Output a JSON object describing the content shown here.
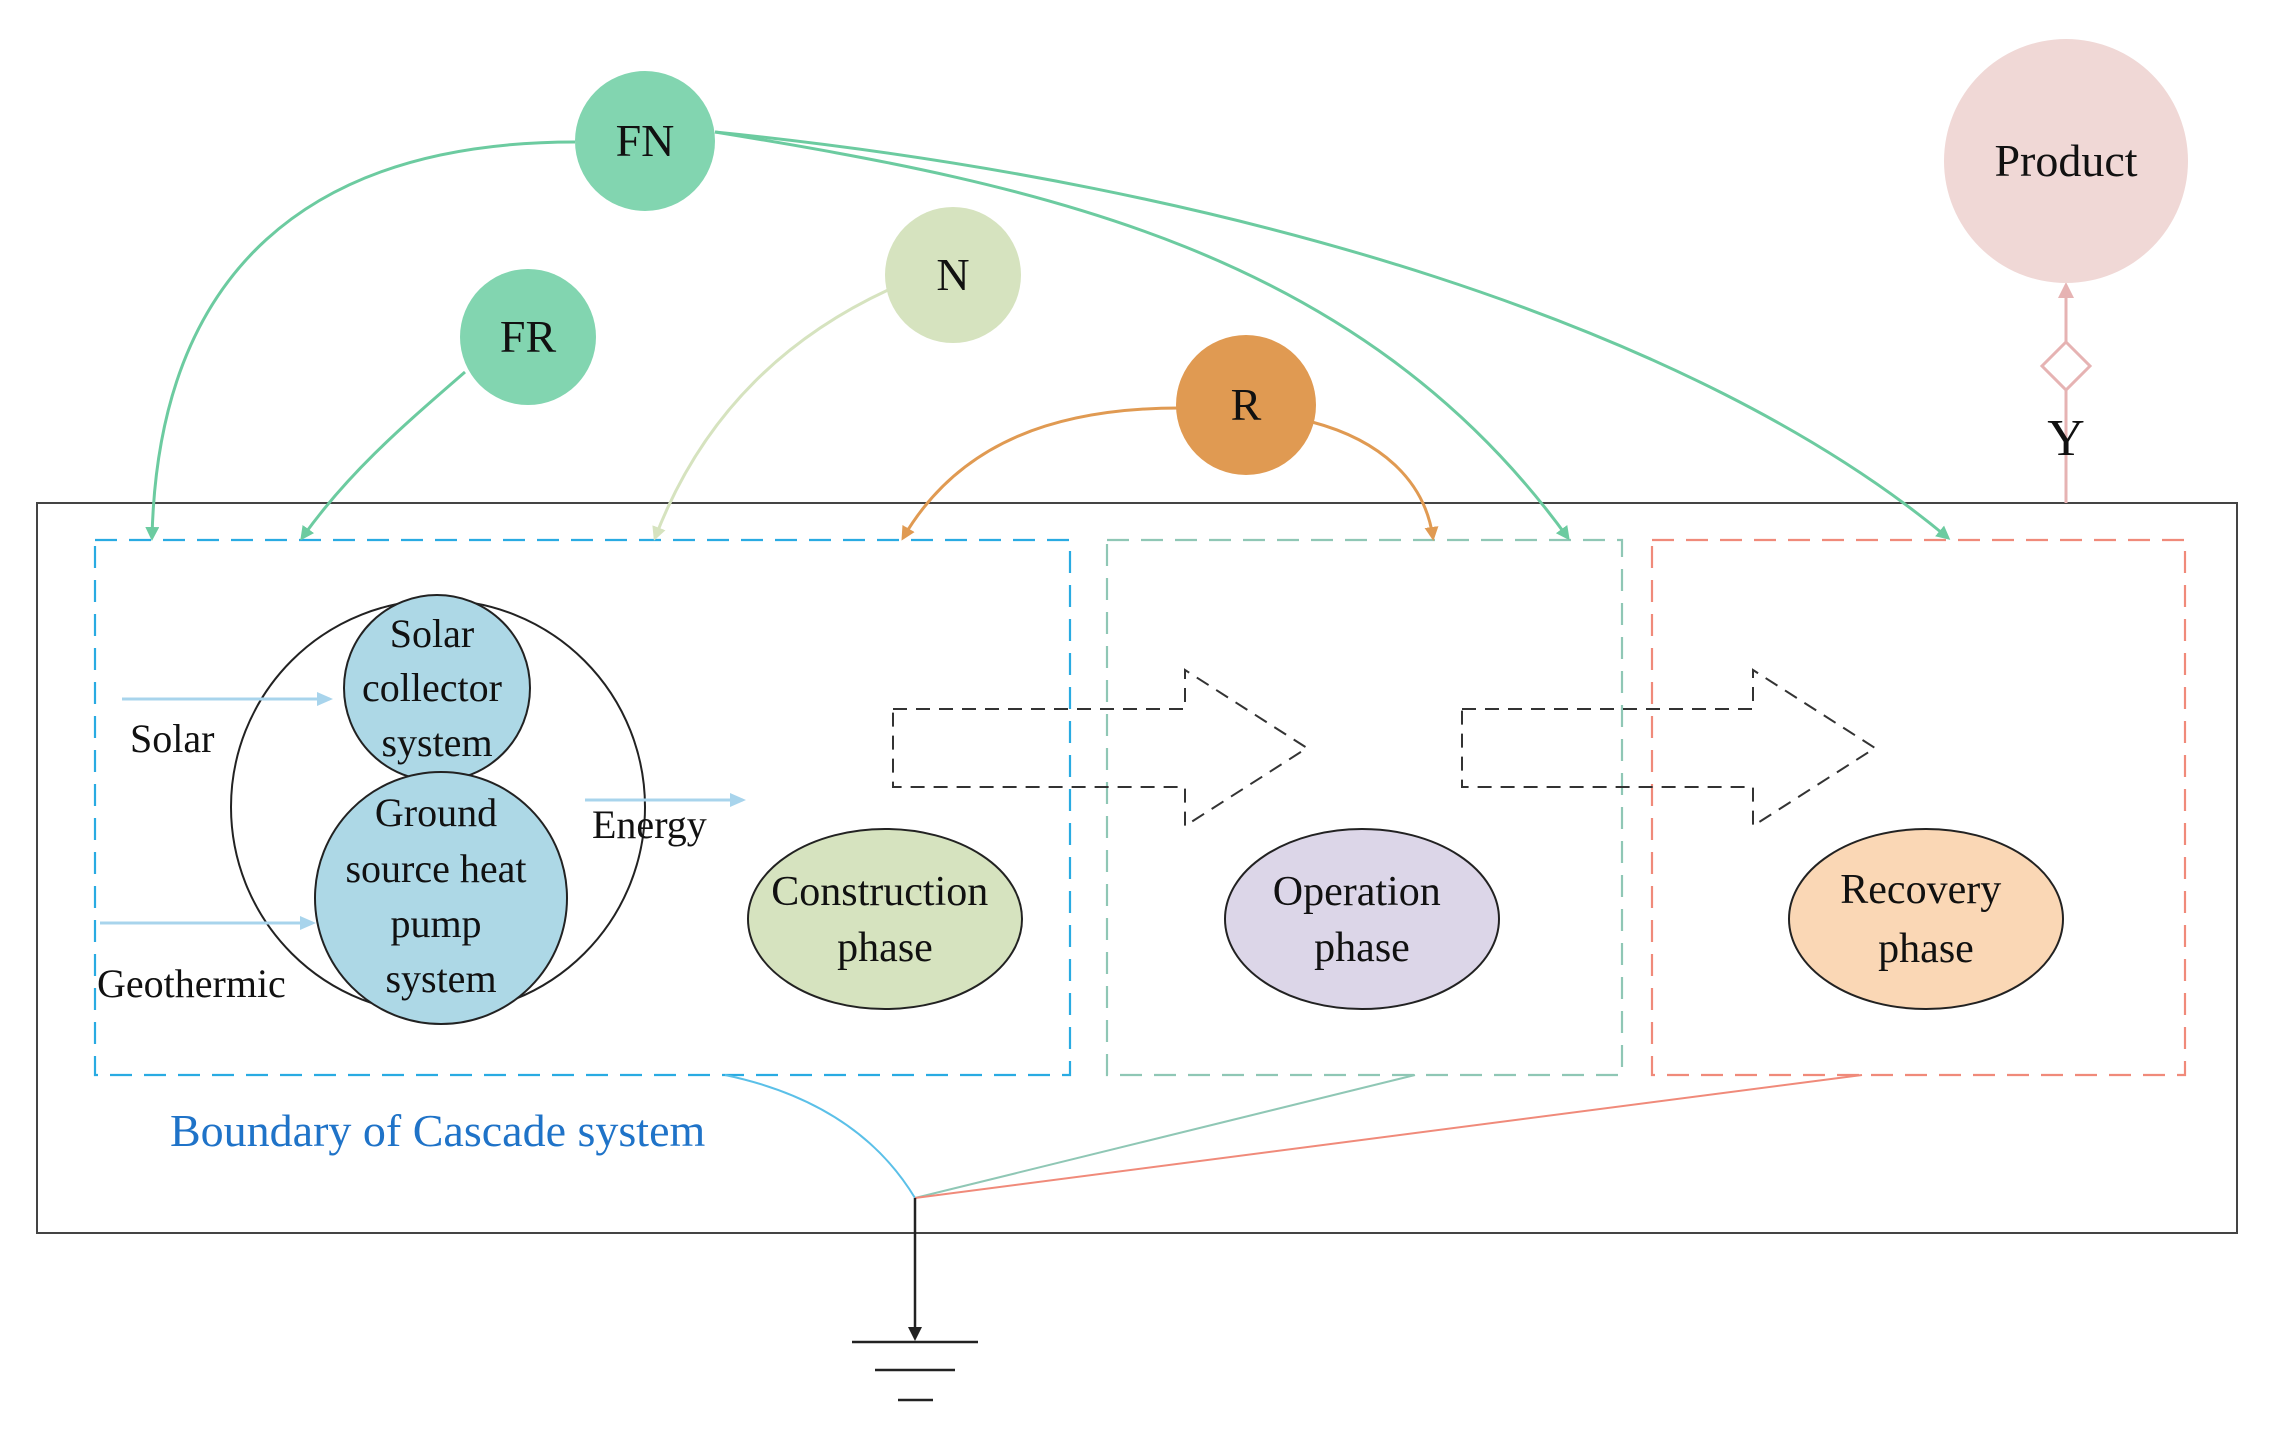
{
  "nodes": {
    "fn": {
      "label": "FN",
      "color": "#82d5b0"
    },
    "fr": {
      "label": "FR",
      "color": "#82d5b0"
    },
    "n": {
      "label": "N",
      "color": "#d6e3bf"
    },
    "r": {
      "label": "R",
      "color": "#e09a52"
    },
    "product": {
      "label": "Product",
      "color": "#f0d8d6"
    }
  },
  "output_label": "Y",
  "boundary_label": "Boundary of Cascade system",
  "inputs": {
    "solar": "Solar",
    "geothermic": "Geothermic",
    "energy": "Energy"
  },
  "subsystems": {
    "solar_collector": [
      "Solar",
      "collector",
      "system"
    ],
    "ground_source": [
      "Ground",
      "source heat",
      "pump",
      "system"
    ]
  },
  "phases": {
    "construction": {
      "lines": [
        "Construction",
        "phase"
      ],
      "color": "#d6e3bf",
      "box_color": "#29abe2"
    },
    "operation": {
      "lines": [
        "Operation",
        "phase"
      ],
      "color": "#dcd6e8",
      "box_color": "#8fc7b5"
    },
    "recovery": {
      "lines": [
        "Recovery",
        "phase"
      ],
      "color": "#fad7b5",
      "box_color": "#f08a7a"
    }
  },
  "colors": {
    "boundary_text": "#1f73c8",
    "subsystem_fill": "#add8e6",
    "solar_arrow": "#a8d4ec",
    "product_link": "#e6b3b3"
  }
}
